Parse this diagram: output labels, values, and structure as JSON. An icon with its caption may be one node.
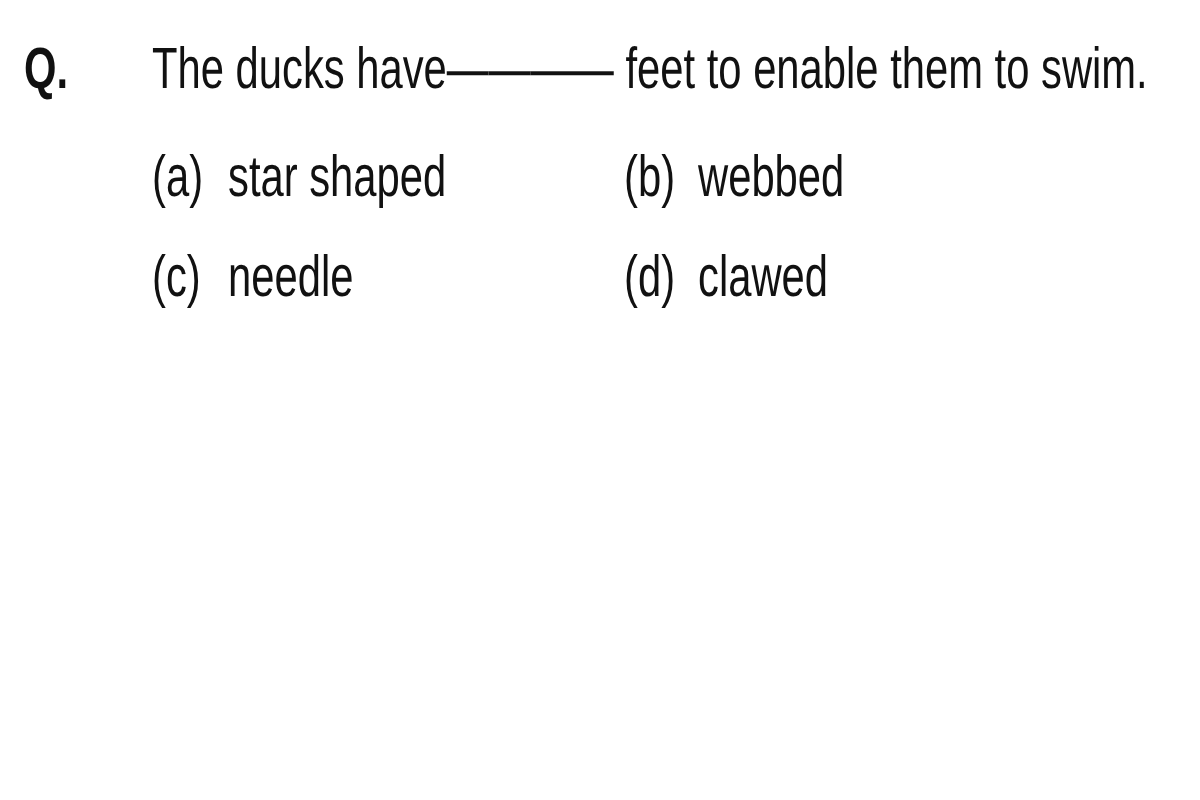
{
  "diagram": {
    "labels": [
      "Q.",
      "The ducks have———— feet to enable them to swim.",
      "(a)",
      "star shaped",
      "(b)",
      "webbed",
      "(c)",
      "needle",
      "(d)",
      "clawed"
    ]
  }
}
